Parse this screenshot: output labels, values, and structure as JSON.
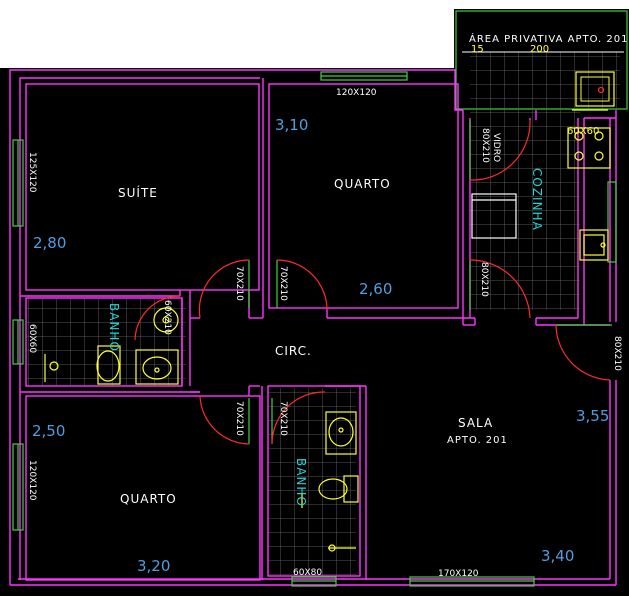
{
  "rooms": {
    "suite": "SUÍTE",
    "quarto_top": "QUARTO",
    "quarto_bottom": "QUARTO",
    "circ": "CIRC.",
    "sala": "SALA",
    "sala_sub": "APTO. 201",
    "cozinha": "COZINHA",
    "banho_left": "BANHO",
    "banho_center": "BANHO",
    "area_privativa": "ÁREA PRIVATIVA APTO. 201"
  },
  "dimensions": {
    "suite_w": "2,80",
    "quarto_top_h": "3,10",
    "quarto_top_w": "2,60",
    "quarto_bottom_h": "2,50",
    "quarto_bottom_w": "3,20",
    "sala_h": "3,55",
    "sala_w": "3,40"
  },
  "labels": {
    "area_a": "15",
    "area_b": "200",
    "win_quarto_top": "120X120",
    "win_suite": "125X120",
    "win_banho_left": "60X60",
    "win_quarto_bottom": "120X120",
    "win_banho_center": "60X80",
    "win_sala": "170X120",
    "door_suite": "70X210",
    "door_quarto_top": "70X210",
    "door_quarto_bottom": "70X210",
    "door_banho_center": "70X210",
    "door_banho_left": "60X210",
    "door_vidro_name": "VIDRO",
    "door_vidro": "80X210",
    "door_cozinha": "80X210",
    "door_entry": "80X210",
    "stove": "60X60"
  },
  "colors": {
    "background": "#000000",
    "walls": "#ff33ff",
    "doors": "#ff2a2a",
    "windows": "#3fd13f",
    "fixtures": "#ffff33",
    "dimension_text": "#4f9ee0",
    "tiles": "#6e6e6e"
  }
}
